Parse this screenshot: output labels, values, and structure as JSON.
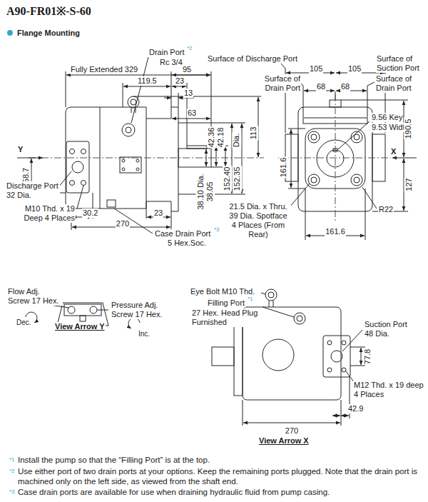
{
  "diagram": {
    "title": "A90-FR01※-S-60",
    "labels": [
      "Flange Mounting",
      "Drain Port",
      "*2",
      "Rc 3/4",
      "Fully Extended 329",
      "95",
      "119.5",
      "23",
      "13",
      "63",
      "42.36",
      "42.18",
      "113",
      "Y",
      "58.7",
      "Dia.",
      "152.40",
      "152.35",
      "38.10 Dia.",
      "38.05",
      "Discharge Port 32 Dia.",
      "M10 Thd. x 19 Deep 4 Places",
      "30.2",
      "23",
      "270",
      "Case Drain Port",
      "*3",
      "5 Hex.Soc.",
      "Surface of Discharge Port",
      "Surface of Suction Port",
      "Surface of Drain Port",
      "105",
      "105",
      "68",
      "68",
      "Surface of Drain Port",
      "9.56 Key",
      "9.53 Width",
      "190.5",
      "X",
      "161.6",
      "127",
      "R22",
      "21.5 Dia. x Thru. 39 Dia. Spotface 4 Places (From Rear)",
      "161.6",
      "Flow Adj. Screw 17 Hex.",
      "Pressure Adj. Screw 17 Hex.",
      "Dec.",
      "View Arrow Y",
      "Inc.",
      "Eye Bolt M10 Thd.",
      "Filling Port",
      "*1",
      "27 Hex. Head Plug Furnished",
      "Suction Port 48 Dia.",
      "77.8",
      "M12 Thd. x 19 deep 4 Places",
      "270",
      "42.9",
      "View Arrow X",
      "*1",
      "Install the pump so that the “Filling Port” is at the top.",
      "*2",
      "Use either port of two drain ports at your options. Keep the remaining ports plugged. Note that the drain port is machined only on the left side, as viewed from the shaft end.",
      "*3",
      "Case drain ports are available for use when draining hydraulic fluid from pump casing."
    ]
  }
}
